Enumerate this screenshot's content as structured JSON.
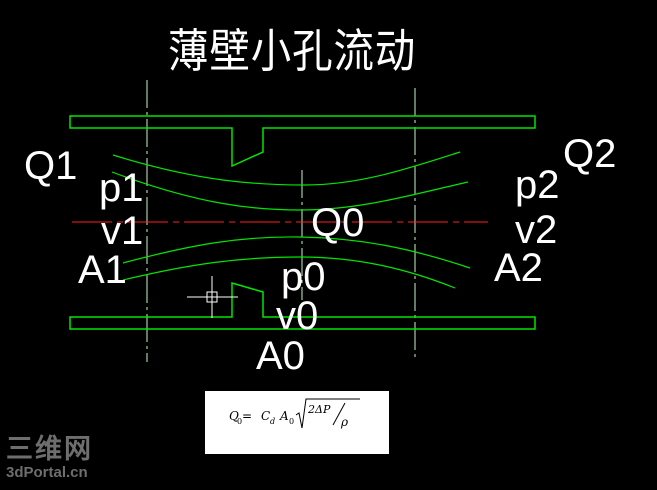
{
  "title": "薄壁小孔流动",
  "labels": {
    "Q1": "Q1",
    "p1": "p1",
    "v1": "v1",
    "A1": "A1",
    "Q2": "Q2",
    "p2": "p2",
    "v2": "v2",
    "A2": "A2",
    "Q0": "Q0",
    "p0": "p0",
    "v0": "v0",
    "A0": "A0"
  },
  "formula": {
    "lhs": "Q",
    "lhs_sub": "0",
    "equals": " = ",
    "c": "C",
    "c_sub": "d",
    "a": "A",
    "a_sub": "0",
    "numerator": "2ΔP",
    "denominator": "ρ"
  },
  "watermark": {
    "brand": "三维网",
    "url": "3dPortal.cn"
  },
  "colors": {
    "background": "#000000",
    "pipe": "#00ff00",
    "centerline": "#ff2020",
    "guideline": "#b8f0b8",
    "text": "#ffffff"
  }
}
